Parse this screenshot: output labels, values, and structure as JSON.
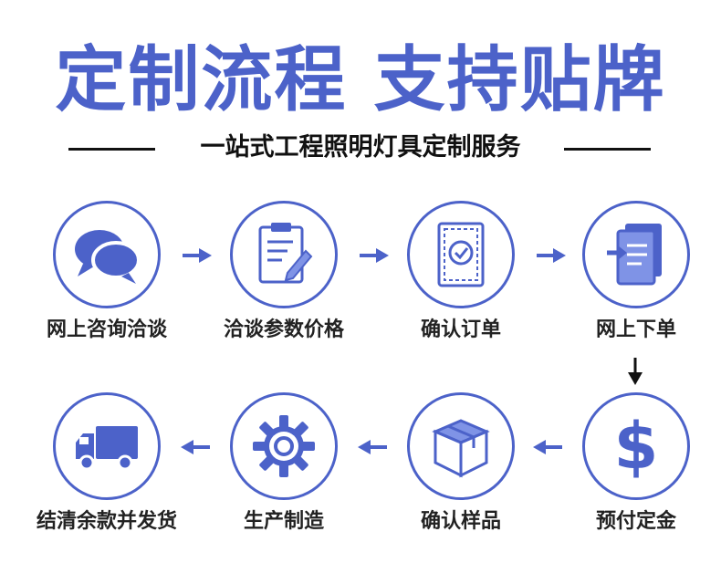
{
  "header": {
    "title": "定制流程  支持贴牌",
    "subtitle": "一站式工程照明灯具定制服务"
  },
  "steps": [
    {
      "label": "网上咨询洽谈",
      "icon": "chat-bubbles-icon"
    },
    {
      "label": "洽谈参数价格",
      "icon": "clipboard-pen-icon"
    },
    {
      "label": "确认订单",
      "icon": "order-check-icon"
    },
    {
      "label": "网上下单",
      "icon": "document-stack-icon"
    },
    {
      "label": "预付定金",
      "icon": "dollar-icon"
    },
    {
      "label": "确认样品",
      "icon": "box-icon"
    },
    {
      "label": "生产制造",
      "icon": "gear-icon"
    },
    {
      "label": "结清余款并发货",
      "icon": "truck-icon"
    }
  ],
  "colors": {
    "accent": "#4c62c9",
    "text": "#222222"
  }
}
